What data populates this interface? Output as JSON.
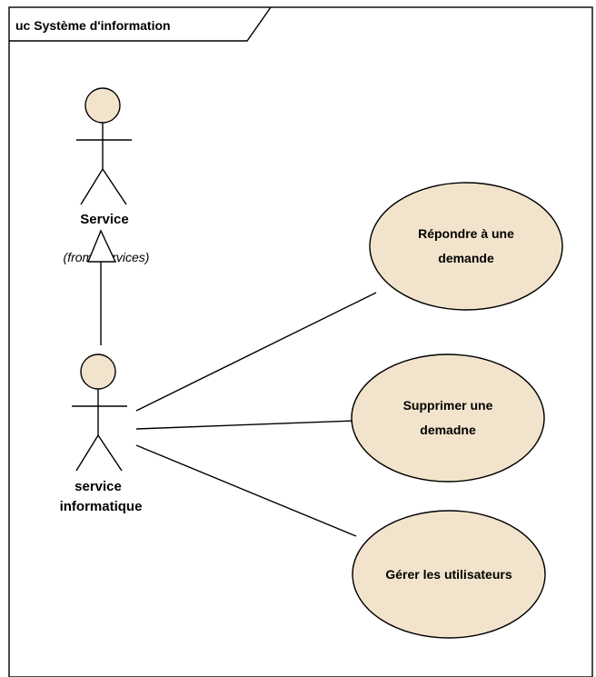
{
  "frame": {
    "label": "uc Système d'information"
  },
  "actors": [
    {
      "name": "Service",
      "from_note": "(from Services)"
    },
    {
      "name_line1": "service",
      "name_line2": "informatique"
    }
  ],
  "use_cases": [
    {
      "line1": "Répondre à une",
      "line2": "demande"
    },
    {
      "line1": "Supprimer une",
      "line2": "demadne"
    },
    {
      "line1": "Gérer les utilisateurs"
    }
  ],
  "colors": {
    "use_case_fill": "#f2e4cc",
    "actor_head_fill": "#f2e4cc",
    "stroke": "#000000"
  }
}
